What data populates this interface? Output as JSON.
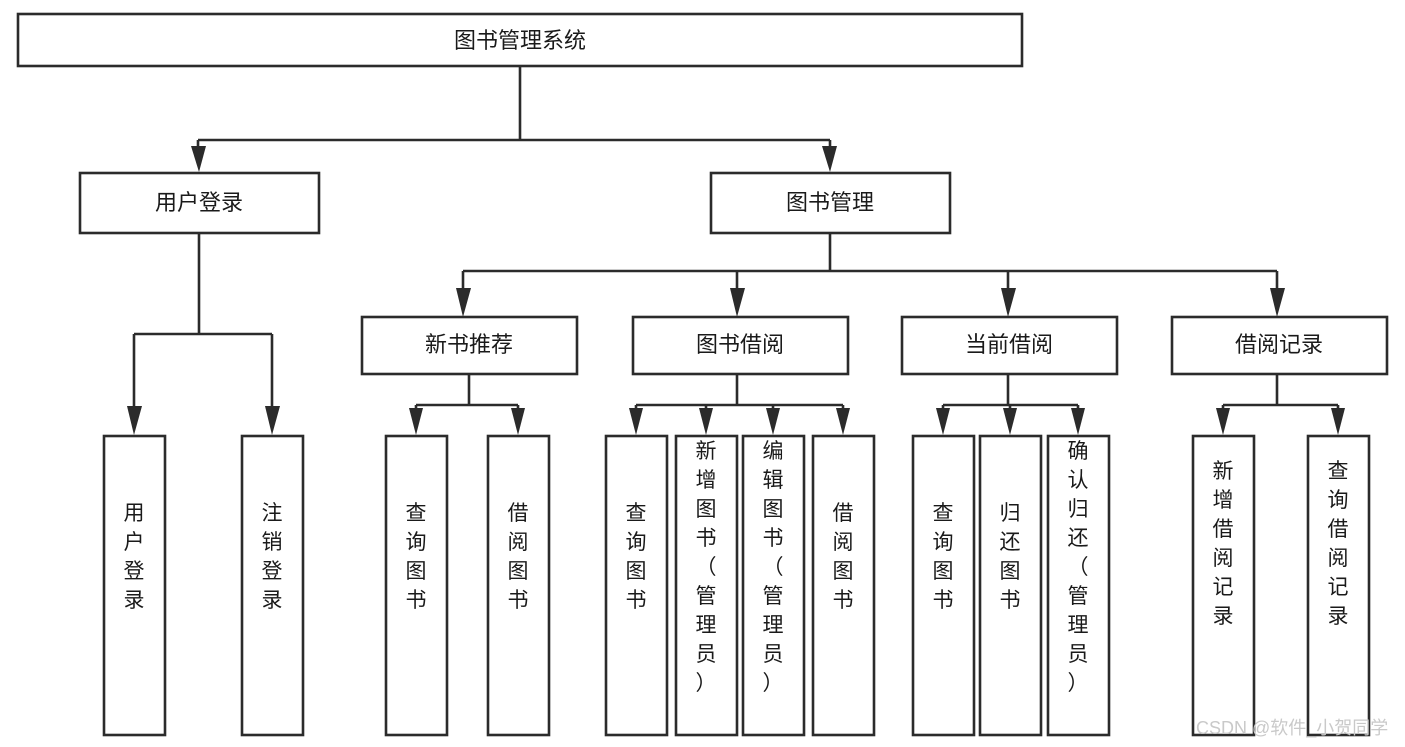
{
  "diagram": {
    "type": "tree",
    "title": "图书管理系统",
    "watermark": "CSDN @软件_小贺同学",
    "colors": {
      "stroke": "#2b2b2b",
      "fill": "#ffffff",
      "text": "#1a1a1a",
      "watermark": "#c9c9c9"
    },
    "root": {
      "label": "图书管理系统"
    },
    "level2": [
      {
        "label": "用户登录"
      },
      {
        "label": "图书管理"
      }
    ],
    "level3": [
      {
        "label": "新书推荐"
      },
      {
        "label": "图书借阅"
      },
      {
        "label": "当前借阅"
      },
      {
        "label": "借阅记录"
      }
    ],
    "leaves": [
      {
        "label": "用户登录",
        "parent": "用户登录"
      },
      {
        "label": "注销登录",
        "parent": "用户登录"
      },
      {
        "label": "查询图书",
        "parent": "新书推荐"
      },
      {
        "label": "借阅图书",
        "parent": "新书推荐"
      },
      {
        "label": "查询图书",
        "parent": "图书借阅"
      },
      {
        "label": "新增图书（管理员）",
        "parent": "图书借阅"
      },
      {
        "label": "编辑图书（管理员）",
        "parent": "图书借阅"
      },
      {
        "label": "借阅图书",
        "parent": "图书借阅"
      },
      {
        "label": "查询图书",
        "parent": "当前借阅"
      },
      {
        "label": "归还图书",
        "parent": "当前借阅"
      },
      {
        "label": "确认归还（管理员）",
        "parent": "当前借阅"
      },
      {
        "label": "新增借阅记录",
        "parent": "借阅记录"
      },
      {
        "label": "查询借阅记录",
        "parent": "借阅记录"
      }
    ]
  }
}
